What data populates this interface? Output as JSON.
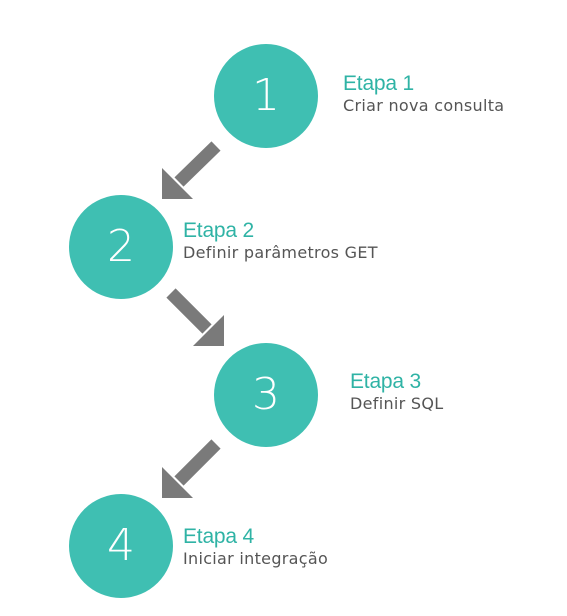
{
  "colors": {
    "circle_fill": "#3fbfb2",
    "number_text": "#ffffff",
    "title_text": "#2fb3a5",
    "description_text": "#555555",
    "arrow": "#7a7a7a"
  },
  "steps": [
    {
      "number": "1",
      "title": "Etapa 1",
      "description": "Criar nova consulta"
    },
    {
      "number": "2",
      "title": "Etapa 2",
      "description": "Definir parâmetros GET"
    },
    {
      "number": "3",
      "title": "Etapa 3",
      "description": "Definir SQL"
    },
    {
      "number": "4",
      "title": "Etapa 4",
      "description": "Iniciar integração"
    }
  ],
  "connectors": [
    {
      "from": "1",
      "to": "2",
      "icon": "arrow-down-left-icon"
    },
    {
      "from": "2",
      "to": "3",
      "icon": "arrow-down-right-icon"
    },
    {
      "from": "3",
      "to": "4",
      "icon": "arrow-down-left-icon"
    }
  ]
}
